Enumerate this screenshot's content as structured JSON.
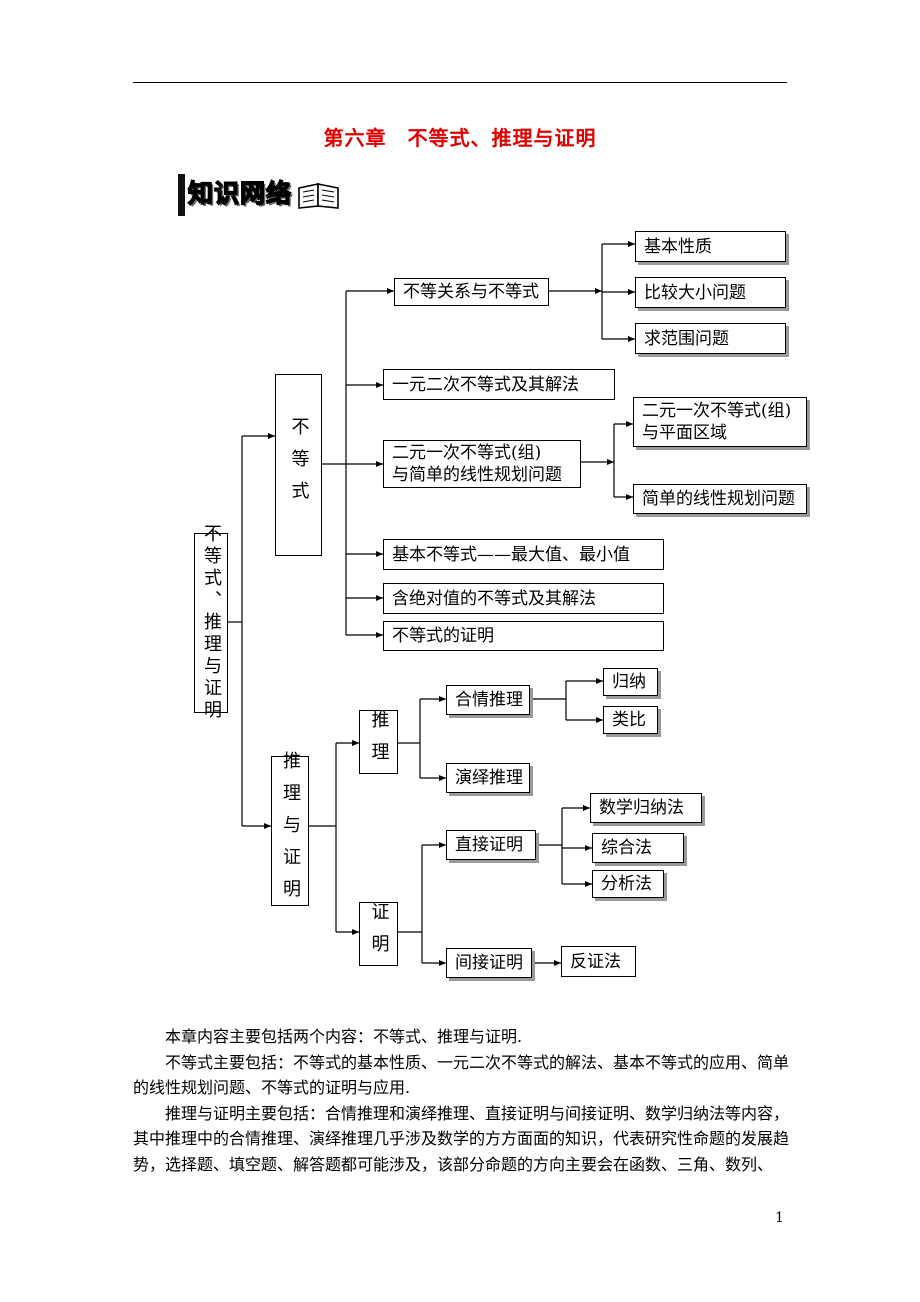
{
  "chapter_title": "第六章　不等式、推理与证明",
  "section_banner": "知识网络",
  "tree": {
    "root": "不等式、推理与证明",
    "inequality": {
      "label": "不等式",
      "relation": {
        "label": "不等关系与不等式",
        "children": [
          "基本性质",
          "比较大小问题",
          "求范围问题"
        ]
      },
      "quadratic": "一元二次不等式及其解法",
      "linear_line1": "二元一次不等式(组)",
      "linear_line2": "与简单的线性规划问题",
      "linear_children": {
        "c1_line1": "二元一次不等式(组)",
        "c1_line2": "与平面区域",
        "c2": "简单的线性规划问题"
      },
      "basic": "基本不等式——最大值、最小值",
      "absolute": "含绝对值的不等式及其解法",
      "proof": "不等式的证明"
    },
    "reasoning_proof": {
      "label": "推理与证明",
      "reasoning": {
        "label": "推理",
        "plausible": {
          "label": "合情推理",
          "children": [
            "归纳",
            "类比"
          ]
        },
        "deductive": "演绎推理"
      },
      "proof": {
        "label": "证明",
        "direct": {
          "label": "直接证明",
          "children": [
            "数学归纳法",
            "综合法",
            "分析法"
          ]
        },
        "indirect": {
          "label": "间接证明",
          "child": "反证法"
        }
      }
    }
  },
  "paragraphs": [
    "本章内容主要包括两个内容：不等式、推理与证明.",
    "不等式主要包括：不等式的基本性质、一元二次不等式的解法、基本不等式的应用、简单的线性规划问题、不等式的证明与应用.",
    "推理与证明主要包括：合情推理和演绎推理、直接证明与间接证明、数学归纳法等内容，其中推理中的合情推理、演绎推理几乎涉及数学的方方面面的知识，代表研究性命题的发展趋势，选择题、填空题、解答题都可能涉及，该部分命题的方向主要会在函数、三角、数列、"
  ],
  "page_number": "1"
}
